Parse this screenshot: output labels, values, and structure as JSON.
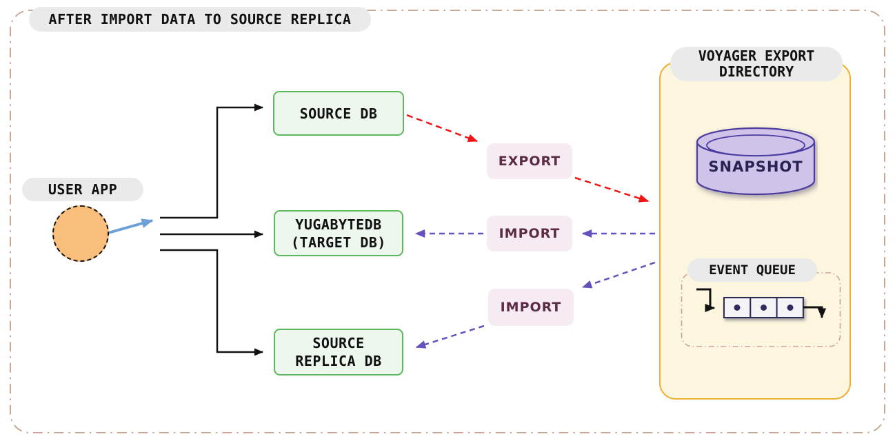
{
  "diagram": {
    "title": "AFTER IMPORT DATA TO SOURCE REPLICA",
    "user_app": {
      "label": "USER APP"
    },
    "nodes": {
      "source_db": {
        "label": "SOURCE DB"
      },
      "target_db": {
        "line1": "YUGABYTEDB",
        "line2": "(TARGET DB)"
      },
      "source_replica_db": {
        "line1": "SOURCE",
        "line2": "REPLICA DB"
      }
    },
    "flows": {
      "export": {
        "label": "EXPORT"
      },
      "import_target": {
        "label": "IMPORT"
      },
      "import_replica": {
        "label": "IMPORT"
      }
    },
    "voyager": {
      "title_line1": "VOYAGER EXPORT",
      "title_line2": "DIRECTORY",
      "snapshot": {
        "label": "SNAPSHOT"
      },
      "event_queue": {
        "label": "EVENT QUEUE"
      }
    },
    "colors": {
      "frame_border": "#C9A795",
      "pill_bg": "#EAEAEA",
      "node_fill": "#EDF7ED",
      "node_border": "#5CB85C",
      "flow_label_fill": "#F6EBF2",
      "flow_label_text": "#5C2B45",
      "export_arrow": "#F01414",
      "import_arrow": "#6650BE",
      "user_arrow": "#6CA0D6",
      "user_circle_fill": "#F9BE7C",
      "voyager_fill": "#FDF6DE",
      "voyager_border": "#EDB037",
      "snapshot_fill": "#CFC3E9",
      "snapshot_border": "#4B3D9E",
      "snapshot_text": "#2A2253",
      "queue_cell_fill": "#F4F4F7",
      "queue_cell_border": "#2A2A55",
      "queue_dash_border": "#C9A0A0",
      "line_black": "#111111"
    }
  }
}
